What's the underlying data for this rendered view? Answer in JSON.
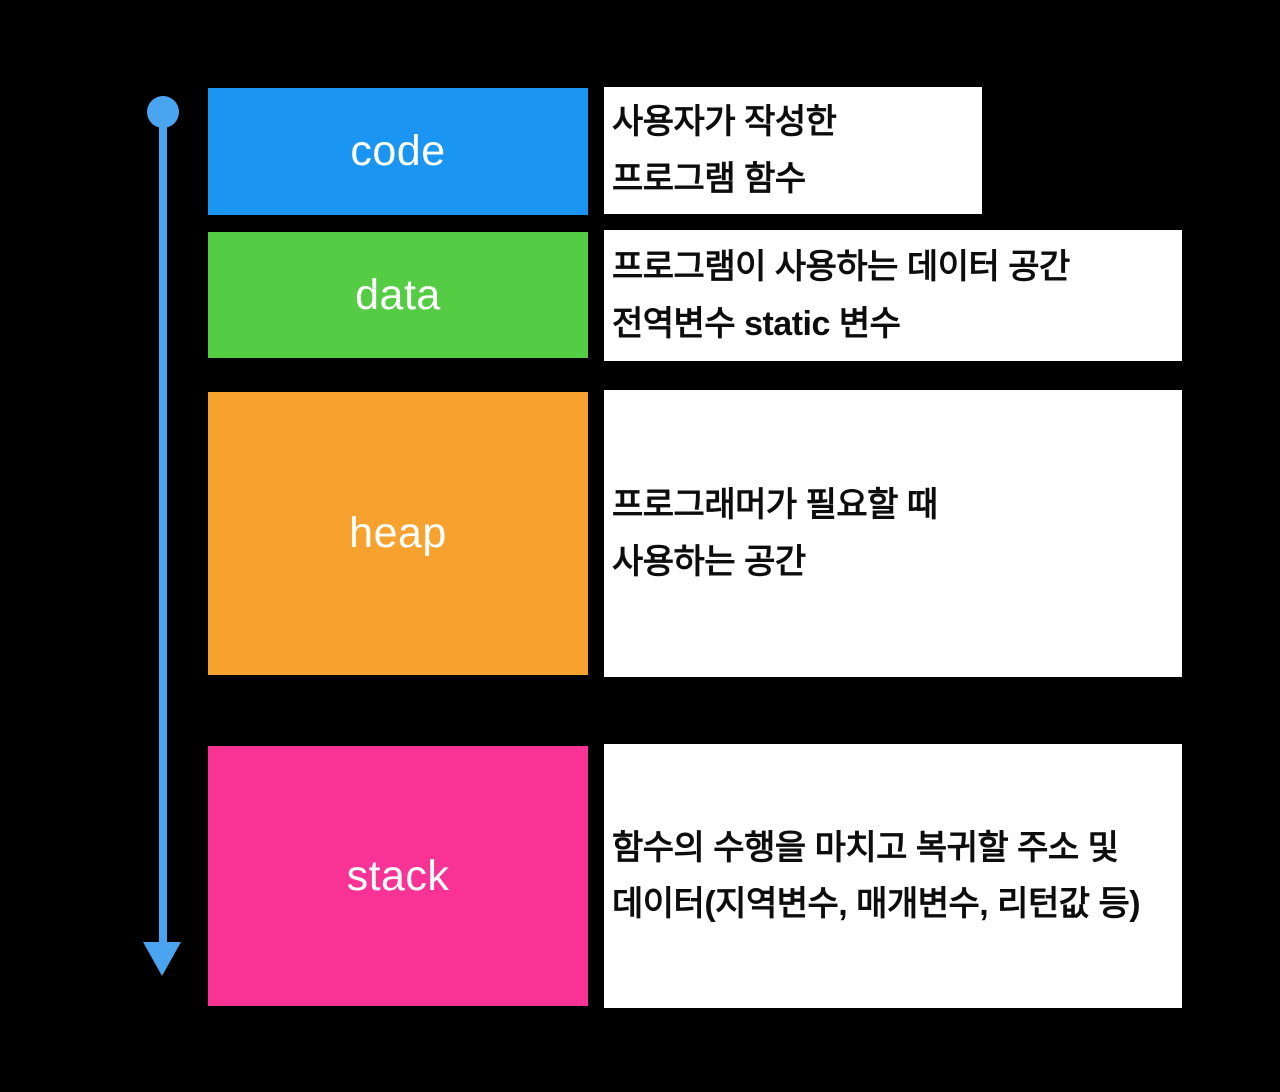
{
  "colors": {
    "background": "#000000",
    "arrow": "#4BA4F0",
    "label_text": "#FFFFFF",
    "description_background": "#FFFFFF",
    "description_text": "#0D0D0D"
  },
  "arrow": {
    "icon": "down-arrow-icon",
    "direction": "down"
  },
  "segments": [
    {
      "label": "code",
      "color": "#1B95F2",
      "description_lines": [
        "사용자가 작성한",
        "프로그램 함수"
      ]
    },
    {
      "label": "data",
      "color": "#54CD44",
      "description_lines": [
        "프로그램이 사용하는 데이터 공간",
        "전역변수 static 변수"
      ]
    },
    {
      "label": "heap",
      "color": "#F7A22F",
      "description_lines": [
        "프로그래머가 필요할 때",
        "사용하는 공간"
      ]
    },
    {
      "label": "stack",
      "color": "#F93295",
      "description_lines": [
        "함수의 수행을 마치고 복귀할 주소 및",
        "데이터(지역변수, 매개변수, 리턴값 등)"
      ]
    }
  ]
}
